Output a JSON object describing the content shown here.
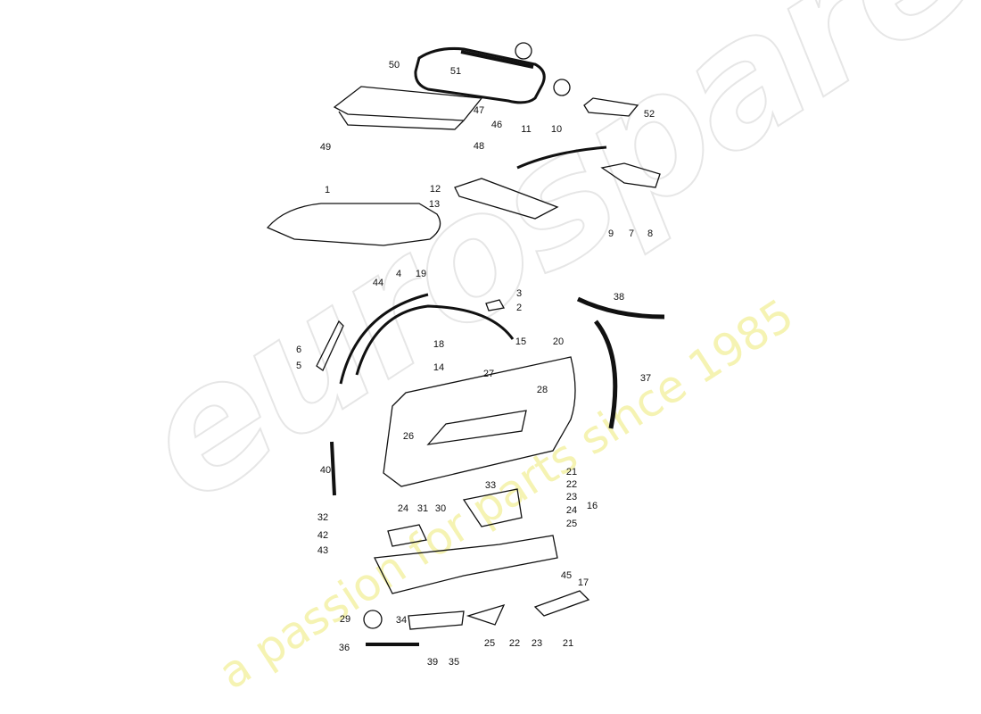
{
  "watermark": {
    "brand": "eurospares",
    "tagline": "a passion for parts since 1985",
    "brand_color": "#e4e4e4",
    "tagline_color": "#f4f2a6"
  },
  "diagram": {
    "labels": [
      "50",
      "51",
      "52",
      "47",
      "46",
      "48",
      "49",
      "11",
      "10",
      "1",
      "12",
      "13",
      "9",
      "7",
      "8",
      "4",
      "19",
      "44",
      "3",
      "2",
      "38",
      "6",
      "5",
      "18",
      "15",
      "20",
      "14",
      "27",
      "28",
      "37",
      "26",
      "40",
      "21",
      "22",
      "23",
      "24",
      "25",
      "16",
      "33",
      "32",
      "42",
      "43",
      "24",
      "31",
      "30",
      "45",
      "17",
      "29",
      "34",
      "36",
      "39",
      "35",
      "25",
      "22",
      "23",
      "21"
    ]
  }
}
